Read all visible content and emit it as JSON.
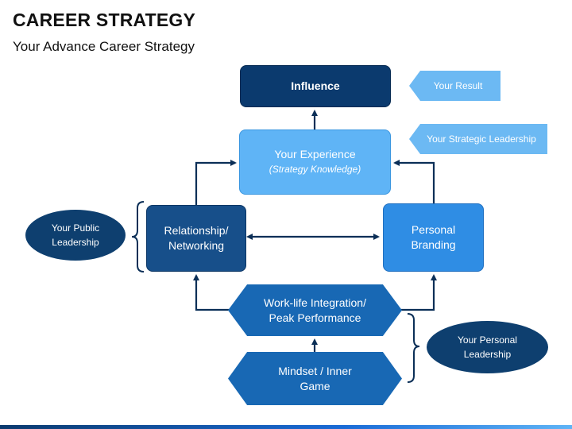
{
  "header": {
    "title": "CAREER STRATEGY",
    "subtitle": "Your Advance Career Strategy"
  },
  "boxes": {
    "influence": "Influence",
    "experience": {
      "line1": "Your Experience",
      "line2": "(Strategy Knowledge)"
    },
    "relationship": {
      "line1": "Relationship/",
      "line2": "Networking"
    },
    "branding": {
      "line1": "Personal",
      "line2": "Branding"
    },
    "worklife": {
      "line1": "Work-life Integration/",
      "line2": "Peak Performance"
    },
    "mindset": {
      "line1": "Mindset / Inner",
      "line2": "Game"
    }
  },
  "tags": {
    "result": "Your Result",
    "strategic": "Your Strategic Leadership"
  },
  "ellipses": {
    "public": {
      "line1": "Your Public",
      "line2": "Leadership"
    },
    "personal": {
      "line1": "Your Personal",
      "line2": "Leadership"
    }
  },
  "colors": {
    "dark_navy": "#0b3a6e",
    "light_blue": "#5fb4f6",
    "mid_blue": "#2f8de4",
    "hex_blue": "#1868b4",
    "tag_blue": "#6cb9f3",
    "connector": "#0b2f57"
  }
}
